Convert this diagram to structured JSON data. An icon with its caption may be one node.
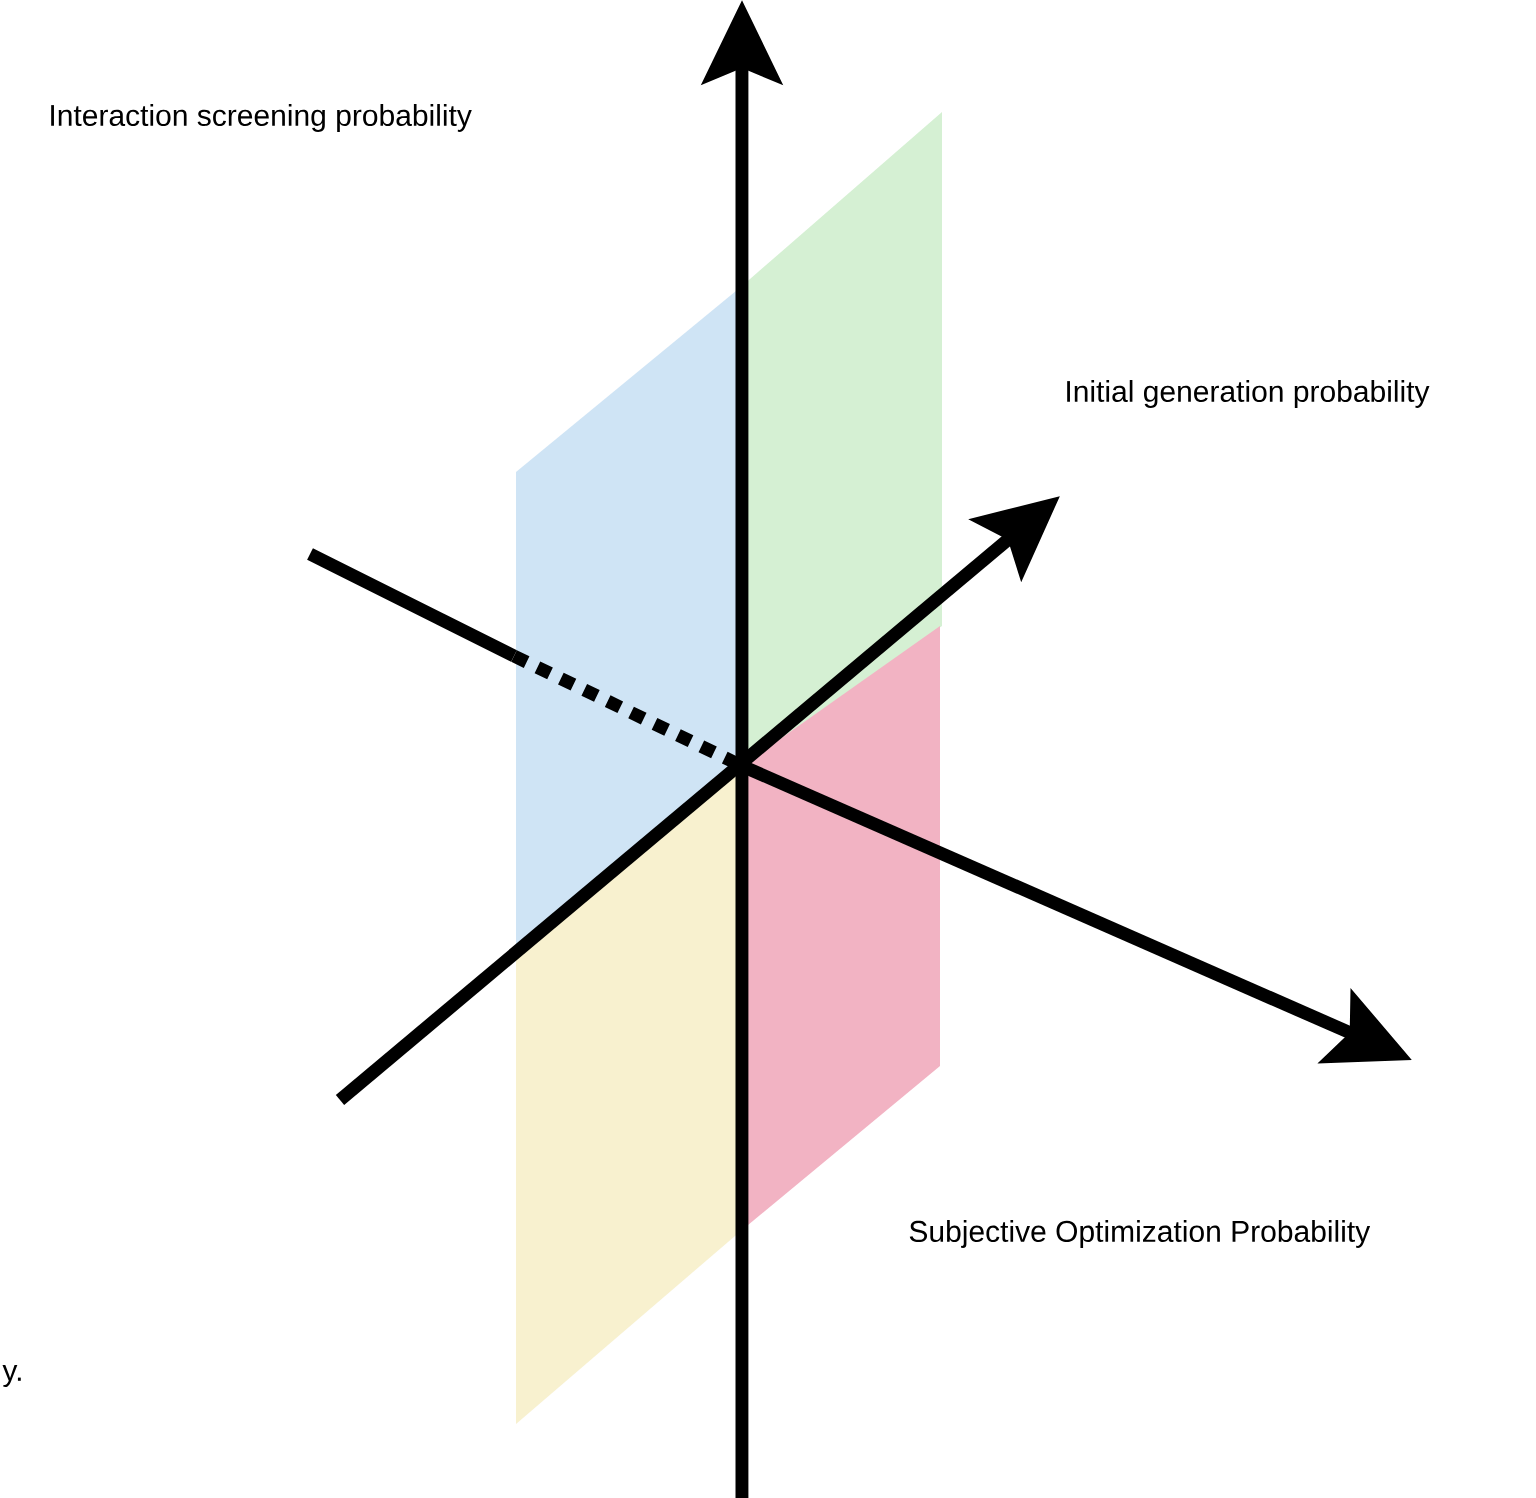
{
  "diagram": {
    "labels": [
      "Interaction screening probability",
      "Initial generation probability",
      "Subjective Optimization Probability",
      "y."
    ]
  }
}
